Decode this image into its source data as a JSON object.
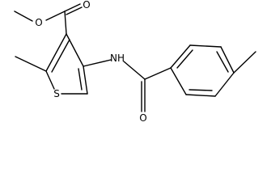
{
  "molecule": {
    "atom_labels": {
      "ester_carbonyl_oxygen": "O",
      "ester_ether_oxygen": "O",
      "ring_sulfur": "S",
      "amide_nitrogen": "NH",
      "amide_carbonyl_oxygen": "O"
    },
    "colors": {
      "bond": "#000000",
      "label": "#000000",
      "background": "#ffffff"
    }
  }
}
